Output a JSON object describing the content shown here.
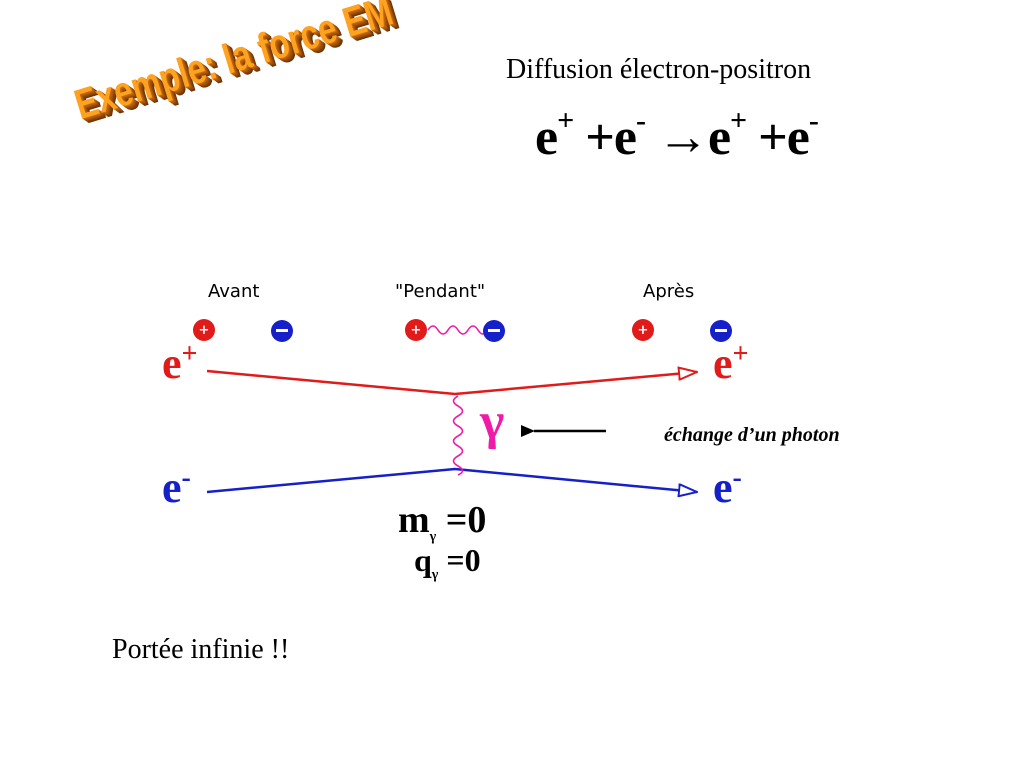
{
  "title": "Exemple: la force EM",
  "subtitle": "Diffusion électron-positron",
  "equation": {
    "p1": "e",
    "p1_sup": "+",
    "op1": " +",
    "p2": "e",
    "p2_sup": "-",
    "arrow": " →",
    "p3": "e",
    "p3_sup": "+",
    "op2": " +",
    "p4": "e",
    "p4_sup": "-"
  },
  "phases": {
    "before": "Avant",
    "during": "\"Pendant\"",
    "after": "Après"
  },
  "labels": {
    "positron_in": "e",
    "positron_in_sup": "+",
    "positron_out": "e",
    "positron_out_sup": "+",
    "electron_in": "e",
    "electron_in_sup": "-",
    "electron_out": "e",
    "electron_out_sup": "-",
    "gamma": "γ",
    "annotation": "échange d’un photon"
  },
  "properties": {
    "mass": "m",
    "mass_sub": "γ",
    "mass_val": " =0",
    "charge": "q",
    "charge_sub": "γ",
    "charge_val": " =0"
  },
  "footer": "Portée infinie !!",
  "colors": {
    "positron": "#e11a1a",
    "electron": "#1520c8",
    "photon": "#f01aa8",
    "title": "#ffa21f"
  }
}
